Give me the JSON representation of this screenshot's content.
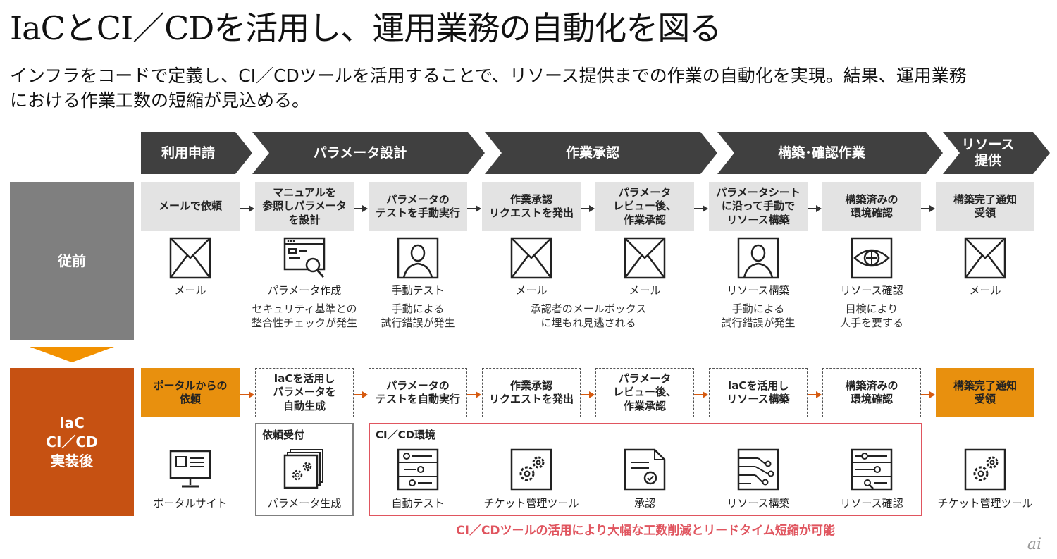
{
  "title": "IaCとCI／CDを活用し、運用業務の自動化を図る",
  "subtitle_line1": "インフラをコードで定義し、CI／CDツールを活用することで、リソース提供までの作業の自動化を実現。結果、運用業務",
  "subtitle_line2": "における作業工数の短縮が見込める。",
  "phases": [
    "利用申請",
    "パラメータ設計",
    "作業承認",
    "構築･確認作業",
    "リソース\n提供"
  ],
  "rows": {
    "before": "従前",
    "after": "IaC\nCI／CD\n実装後"
  },
  "before_steps": [
    "メールで依頼",
    "マニュアルを\n参照しパラメータ\nを設計",
    "パラメータの\nテストを手動実行",
    "作業承認\nリクエストを発出",
    "パラメータ\nレビュー後、\n作業承認",
    "パラメータシート\nに沿って手動で\nリソース構築",
    "構築済みの\n環境確認",
    "構築完了通知\n受領"
  ],
  "before_icons": [
    {
      "icon": "mail-icon",
      "label": "メール"
    },
    {
      "icon": "parameter-window-search-icon",
      "label": "パラメータ作成"
    },
    {
      "icon": "person-icon",
      "label": "手動テスト"
    },
    {
      "icon": "mail-icon",
      "label": "メール"
    },
    {
      "icon": "mail-icon",
      "label": "メール"
    },
    {
      "icon": "person-icon",
      "label": "リソース構築"
    },
    {
      "icon": "eye-icon",
      "label": "リソース確認"
    },
    {
      "icon": "mail-icon",
      "label": "メール"
    }
  ],
  "before_notes": [
    "セキュリティ基準との\n整合性チェックが発生",
    "手動による\n試行錯誤が発生",
    "承認者のメールボックス\nに埋もれ見逃される",
    "手動による\n試行錯誤が発生",
    "目検により\n人手を要する"
  ],
  "after_steps": [
    "ポータルからの\n依頼",
    "IaCを活用し\nパラメータを\n自動生成",
    "パラメータの\nテストを自動実行",
    "作業承認\nリクエストを発出",
    "パラメータ\nレビュー後、\n作業承認",
    "IaCを活用し\nリソース構築",
    "構築済みの\n環境確認",
    "構築完了通知\n受領"
  ],
  "after_groups": {
    "request": "依頼受付",
    "cicd": "CI／CD環境"
  },
  "after_icons": [
    {
      "icon": "monitor-icon",
      "label": "ポータルサイト"
    },
    {
      "icon": "gear-stack-icon",
      "label": "パラメータ生成"
    },
    {
      "icon": "test-panel-icon",
      "label": "自動テスト"
    },
    {
      "icon": "gears-icon",
      "label": "チケット管理ツール"
    },
    {
      "icon": "approval-doc-icon",
      "label": "承認"
    },
    {
      "icon": "circuit-icon",
      "label": "リソース構築"
    },
    {
      "icon": "slider-search-icon",
      "label": "リソース確認"
    },
    {
      "icon": "gears-icon",
      "label": "チケット管理ツール"
    }
  ],
  "footer_note": "CI／CDツールの活用により大幅な工数削減とリードタイム短縮が可能",
  "logo": "ai",
  "colors": {
    "phase": "#404040",
    "before_label": "#7f7f7f",
    "after_label": "#c65112",
    "orange_step": "#e8900e",
    "arrow_before": "#333333",
    "arrow_after": "#d65a10",
    "highlight": "#e0555f",
    "down_arrow": "#f29100"
  }
}
